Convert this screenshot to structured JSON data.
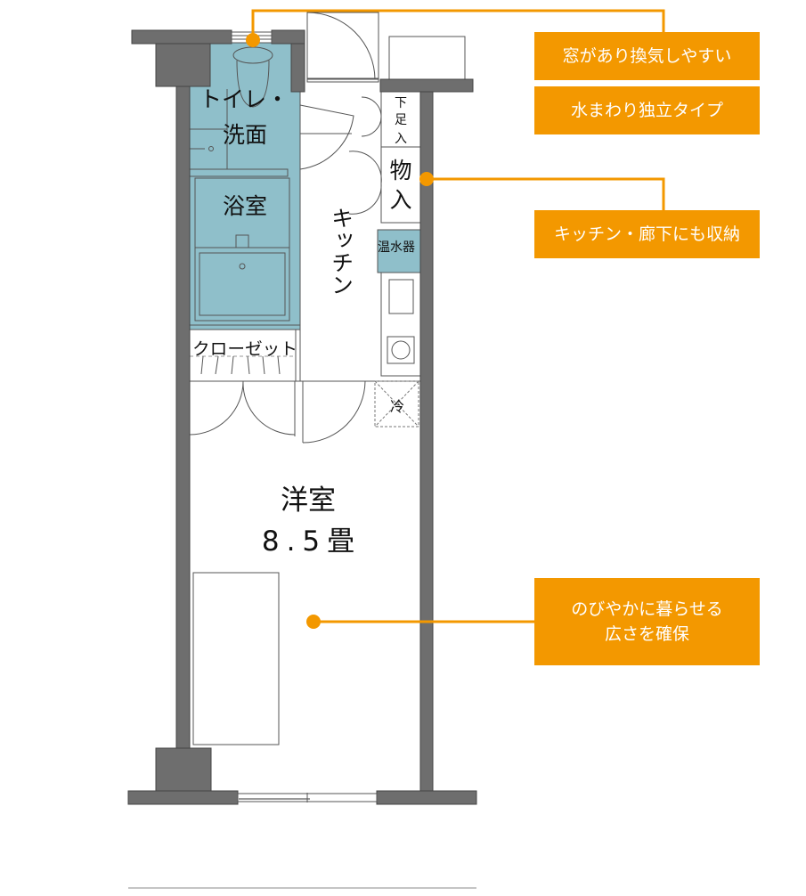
{
  "rooms": {
    "toilet_line1": "トイレ・",
    "toilet_line2": "洗面",
    "bath": "浴室",
    "kitchen": "キッチン",
    "storage_small": [
      "下",
      "足",
      "入"
    ],
    "storage": [
      "物",
      "入"
    ],
    "water_heater": "温水器",
    "closet": "クローゼット",
    "fridge": "冷",
    "western_room": "洋室",
    "western_room_size": "8.5畳"
  },
  "callouts": [
    {
      "text": "窓があり換気しやすい"
    },
    {
      "text": "水まわり独立タイプ"
    },
    {
      "text": "キッチン・廊下にも収納"
    },
    {
      "text": "のびやかに暮らせる\n広さを確保"
    }
  ],
  "colors": {
    "accent": "#f39800",
    "wet_area": "#8fbfca",
    "wall": "#6e6e6e"
  }
}
